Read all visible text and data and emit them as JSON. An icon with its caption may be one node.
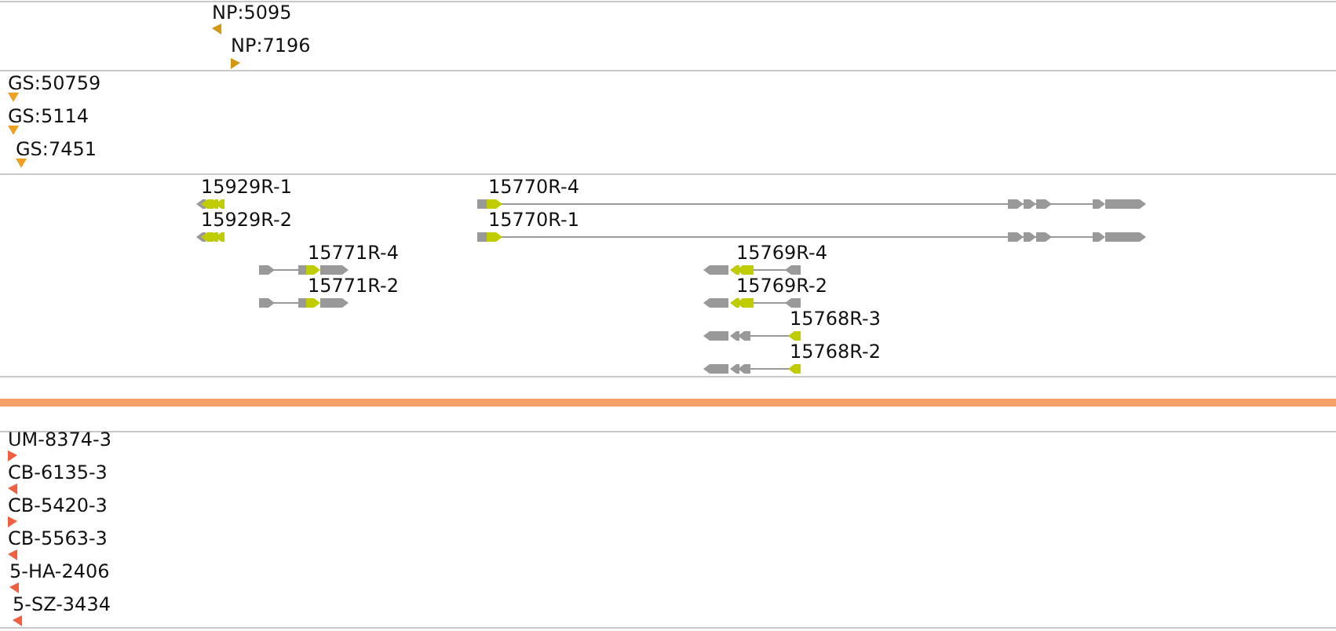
{
  "diagram": {
    "labels": [
      "NP:5095",
      "NP:7196",
      "GS:50759",
      "GS:5114",
      "GS:7451",
      "15929R-1",
      "15770R-4",
      "15929R-2",
      "15770R-1",
      "15771R-4",
      "15769R-4",
      "15771R-2",
      "15769R-2",
      "15768R-3",
      "15768R-2",
      "UM-8374-3",
      "CB-6135-3",
      "CB-5420-3",
      "CB-5563-3",
      "5-HA-2406",
      "5-SZ-3434"
    ]
  }
}
